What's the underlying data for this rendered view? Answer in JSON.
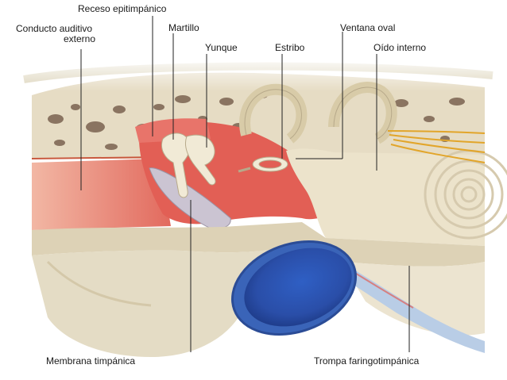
{
  "labels": {
    "receso": "Receso epitimpánico",
    "conducto_line1": "Conducto auditivo",
    "conducto_line2": "externo",
    "martillo": "Martillo",
    "yunque": "Yunque",
    "estribo": "Estribo",
    "ventana": "Ventana oval",
    "oido": "Oído interno",
    "membrana": "Membrana timpánica",
    "trompa": "Trompa faringotimpánica"
  },
  "colors": {
    "bone": "#e6dcc4",
    "bone_pore": "#7a6350",
    "canal": "#e8826f",
    "cavity": "#e25f55",
    "ossicle": "#f1ead6",
    "membrane": "#c9c3d0",
    "vessel_blue": "#3a64b8",
    "tube_blue": "#b9cde6",
    "nerve": "#e2a52a"
  }
}
